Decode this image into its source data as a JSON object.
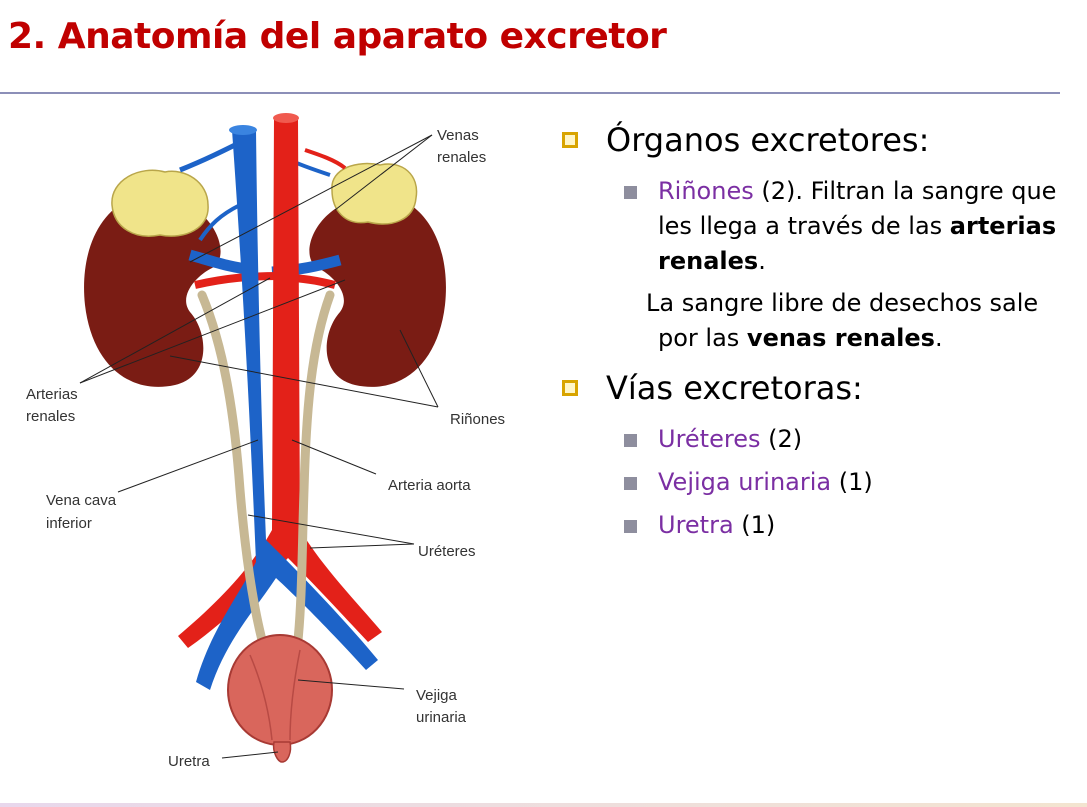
{
  "title": "2. Anatomía del aparato excretor",
  "diagram": {
    "labels": {
      "venas_renales": [
        "Venas",
        "renales"
      ],
      "arterias_renales": [
        "Arterias",
        "renales"
      ],
      "rinones": "Riñones",
      "vena_cava": [
        "Vena cava",
        "inferior"
      ],
      "arteria_aorta": "Arteria aorta",
      "ureteres": "Uréteres",
      "vejiga": [
        "Vejiga",
        "urinaria"
      ],
      "uretra": "Uretra"
    },
    "colors": {
      "artery": "#e32119",
      "vein": "#1d63c8",
      "kidney": "#7a1c14",
      "adrenal": "#f0e48a",
      "ureter": "#c7b894",
      "bladder": "#d9665c"
    }
  },
  "content": {
    "section1": {
      "heading": "Órganos excretores:",
      "item": {
        "name": "Riñones",
        "count": " (2). Filtran la sangre que les llega a través de las ",
        "bold": "arterias renales",
        "end": "."
      },
      "para": {
        "text": "La sangre libre de desechos sale por las ",
        "bold": "venas renales",
        "end": "."
      }
    },
    "section2": {
      "heading": "Vías excretoras:",
      "items": [
        {
          "name": "Uréteres",
          "count": " (2)"
        },
        {
          "name": "Vejiga urinaria",
          "count": " (1)"
        },
        {
          "name": "Uretra",
          "count": " (1)"
        }
      ]
    }
  }
}
